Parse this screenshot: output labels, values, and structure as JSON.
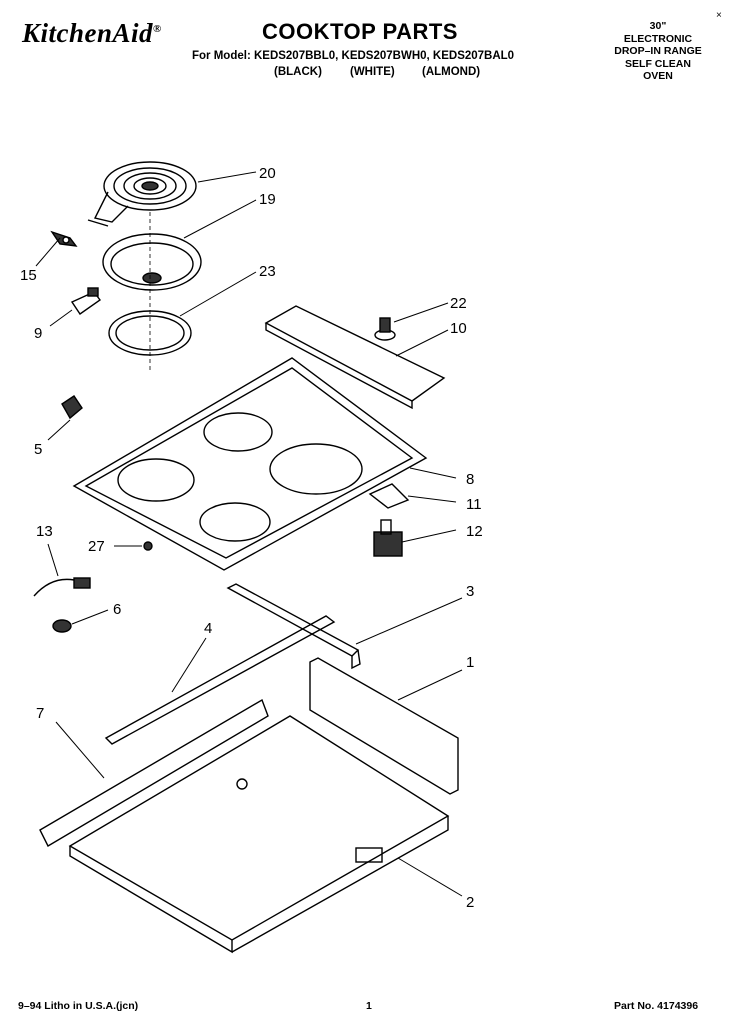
{
  "header": {
    "brand": "KitchenAid",
    "brand_mark": "®",
    "title": "COOKTOP PARTS",
    "models": "For Model: KEDS207BBL0, KEDS207BWH0, KEDS207BAL0",
    "colors": [
      "(BLACK)",
      "(WHITE)",
      "(ALMOND)"
    ],
    "description": [
      "30\"",
      "ELECTRONIC",
      "DROP–IN RANGE",
      "SELF CLEAN",
      "OVEN"
    ],
    "corner_mark": "×"
  },
  "callouts": [
    "20",
    "19",
    "23",
    "15",
    "9",
    "22",
    "10",
    "5",
    "8",
    "11",
    "12",
    "13",
    "27",
    "6",
    "3",
    "1",
    "4",
    "7",
    "2"
  ],
  "footer": {
    "left": "9–94 Litho in U.S.A.(jcn)",
    "center": "1",
    "right": "Part No. 4174396"
  },
  "colors": {
    "ink": "#000000",
    "paper": "#ffffff",
    "accent_shade": "#333333"
  }
}
